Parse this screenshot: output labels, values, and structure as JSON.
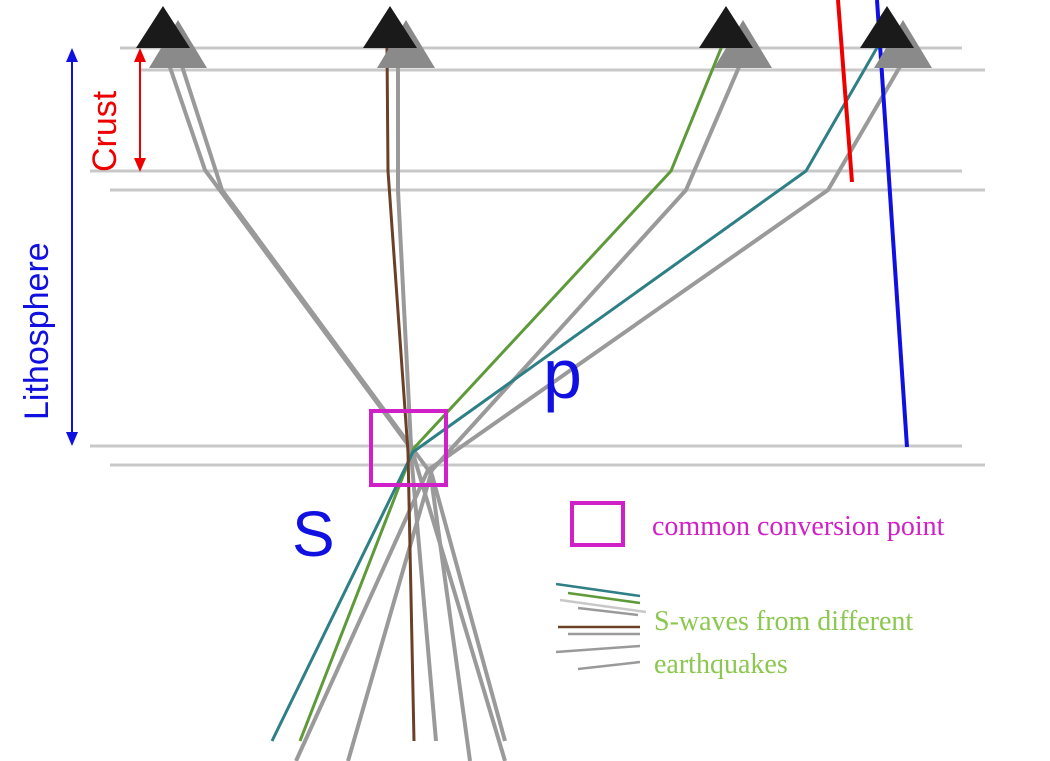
{
  "labels": {
    "crust": "Crust",
    "lithosphere": "Lithosphere",
    "p_wave": "p",
    "s_wave": "S"
  },
  "legend": {
    "conversion_point": "common conversion point",
    "swaves_line1": "S-waves from different",
    "swaves_line2": "earthquakes"
  },
  "colors": {
    "layer_line": "#c8c8c8",
    "ray_gray": "#9a9a9a",
    "ray_green": "#5f9a3a",
    "ray_teal": "#2e7f86",
    "ray_brown": "#6b4028",
    "crust_arrow": "#ee0000",
    "lithosphere_arrow": "#1010e0",
    "conversion_box": "#d020c8",
    "legend_green_text": "#8cc850",
    "station_dark": "#1a1a1a",
    "station_gray": "#8a8a8a"
  },
  "icons": {
    "station": "seismic-station-triangle-icon"
  }
}
